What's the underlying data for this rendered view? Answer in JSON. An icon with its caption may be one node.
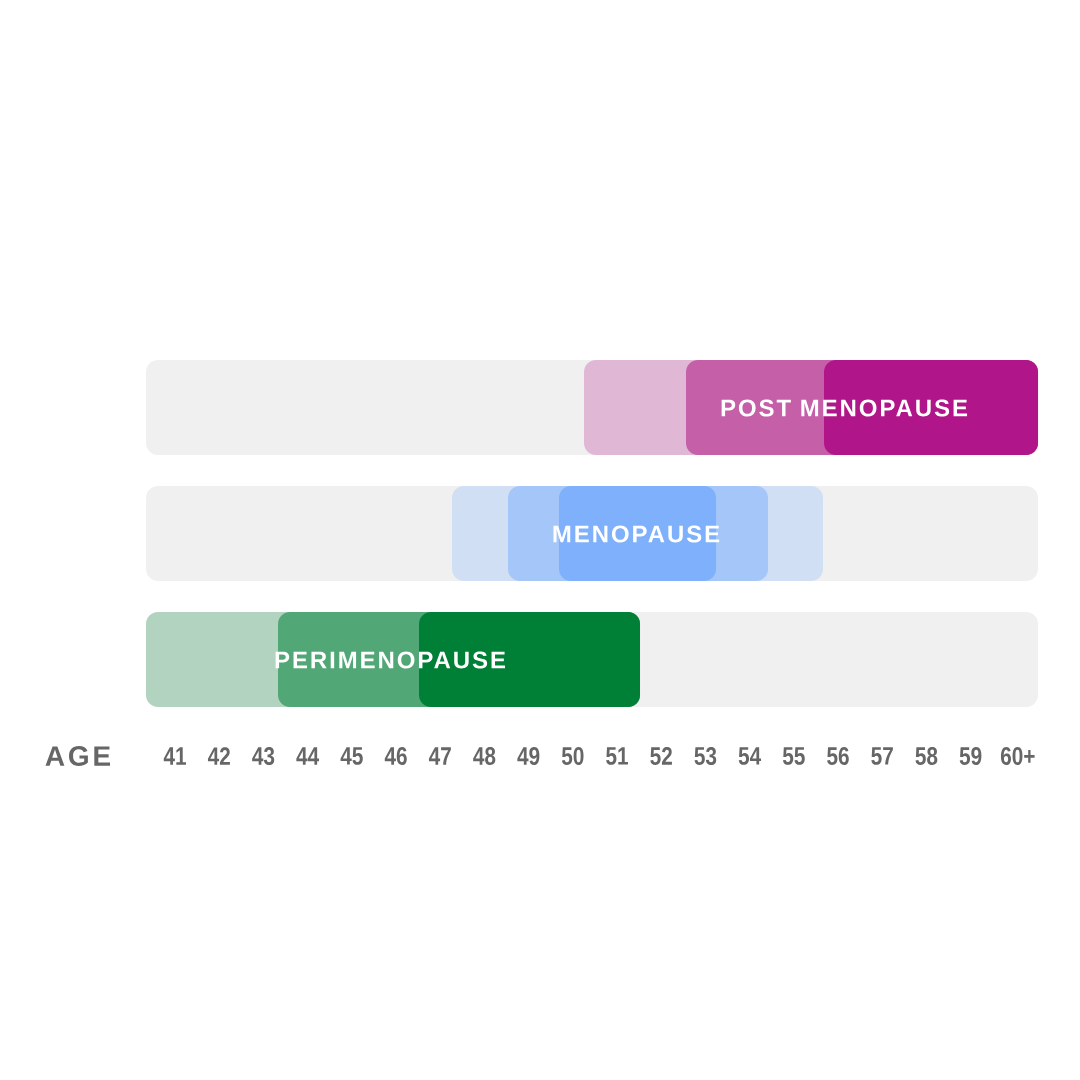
{
  "diagram": {
    "nodes": [
      {
        "text": [],
        "shape": "bar"
      },
      {
        "text": [],
        "shape": "bar"
      },
      {
        "text": [],
        "shape": "bar",
        "in": 1
      },
      {
        "text": [],
        "shape": "bar",
        "in": 2
      },
      {
        "text": [
          "POST MENOPAUSE"
        ],
        "in": 2
      },
      {
        "text": [],
        "shape": "bar"
      },
      {
        "text": [],
        "shape": "bar",
        "in": 5
      },
      {
        "text": [],
        "shape": "bar",
        "in": 6
      },
      {
        "text": [],
        "shape": "bar",
        "in": 7
      },
      {
        "text": [
          "MENOPAUSE"
        ],
        "in": 8
      },
      {
        "text": [],
        "shape": "bar"
      },
      {
        "text": [],
        "shape": "bar"
      },
      {
        "text": [],
        "shape": "bar",
        "in": 11
      },
      {
        "text": [],
        "shape": "bar",
        "in": 12
      },
      {
        "text": [
          "PERIMENOPAUSE"
        ],
        "in": 12
      }
    ],
    "labels": [
      "AGE",
      "41",
      "42",
      "43",
      "44",
      "45",
      "46",
      "47",
      "48",
      "49",
      "50",
      "51",
      "52",
      "53",
      "54",
      "55",
      "56",
      "57",
      "58",
      "59",
      "60+"
    ]
  }
}
